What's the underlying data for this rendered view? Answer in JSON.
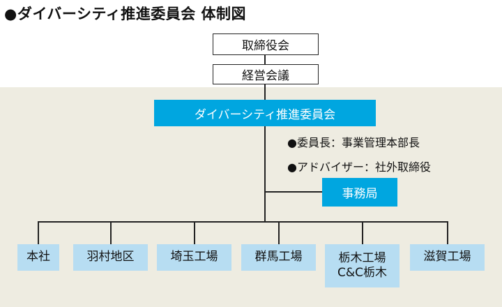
{
  "title": "●ダイバーシティ推進委員会 体制図",
  "top_boxes": {
    "board": "取締役会",
    "management": "経営会議"
  },
  "committee": "ダイバーシティ推進委員会",
  "notes": {
    "chair": "●委員長：事業管理本部長",
    "advisor": "●アドバイザー：社外取締役"
  },
  "secretariat": "事務局",
  "sites": [
    {
      "line1": "本社",
      "line2": ""
    },
    {
      "line1": "羽村地区",
      "line2": ""
    },
    {
      "line1": "埼玉工場",
      "line2": ""
    },
    {
      "line1": "群馬工場",
      "line2": ""
    },
    {
      "line1": "栃木工場",
      "line2": "C&C栃木"
    },
    {
      "line1": "滋賀工場",
      "line2": ""
    }
  ],
  "colors": {
    "panel": "#eeece1",
    "committee": "#00a6e0",
    "site_box": "#b7ddf2"
  }
}
